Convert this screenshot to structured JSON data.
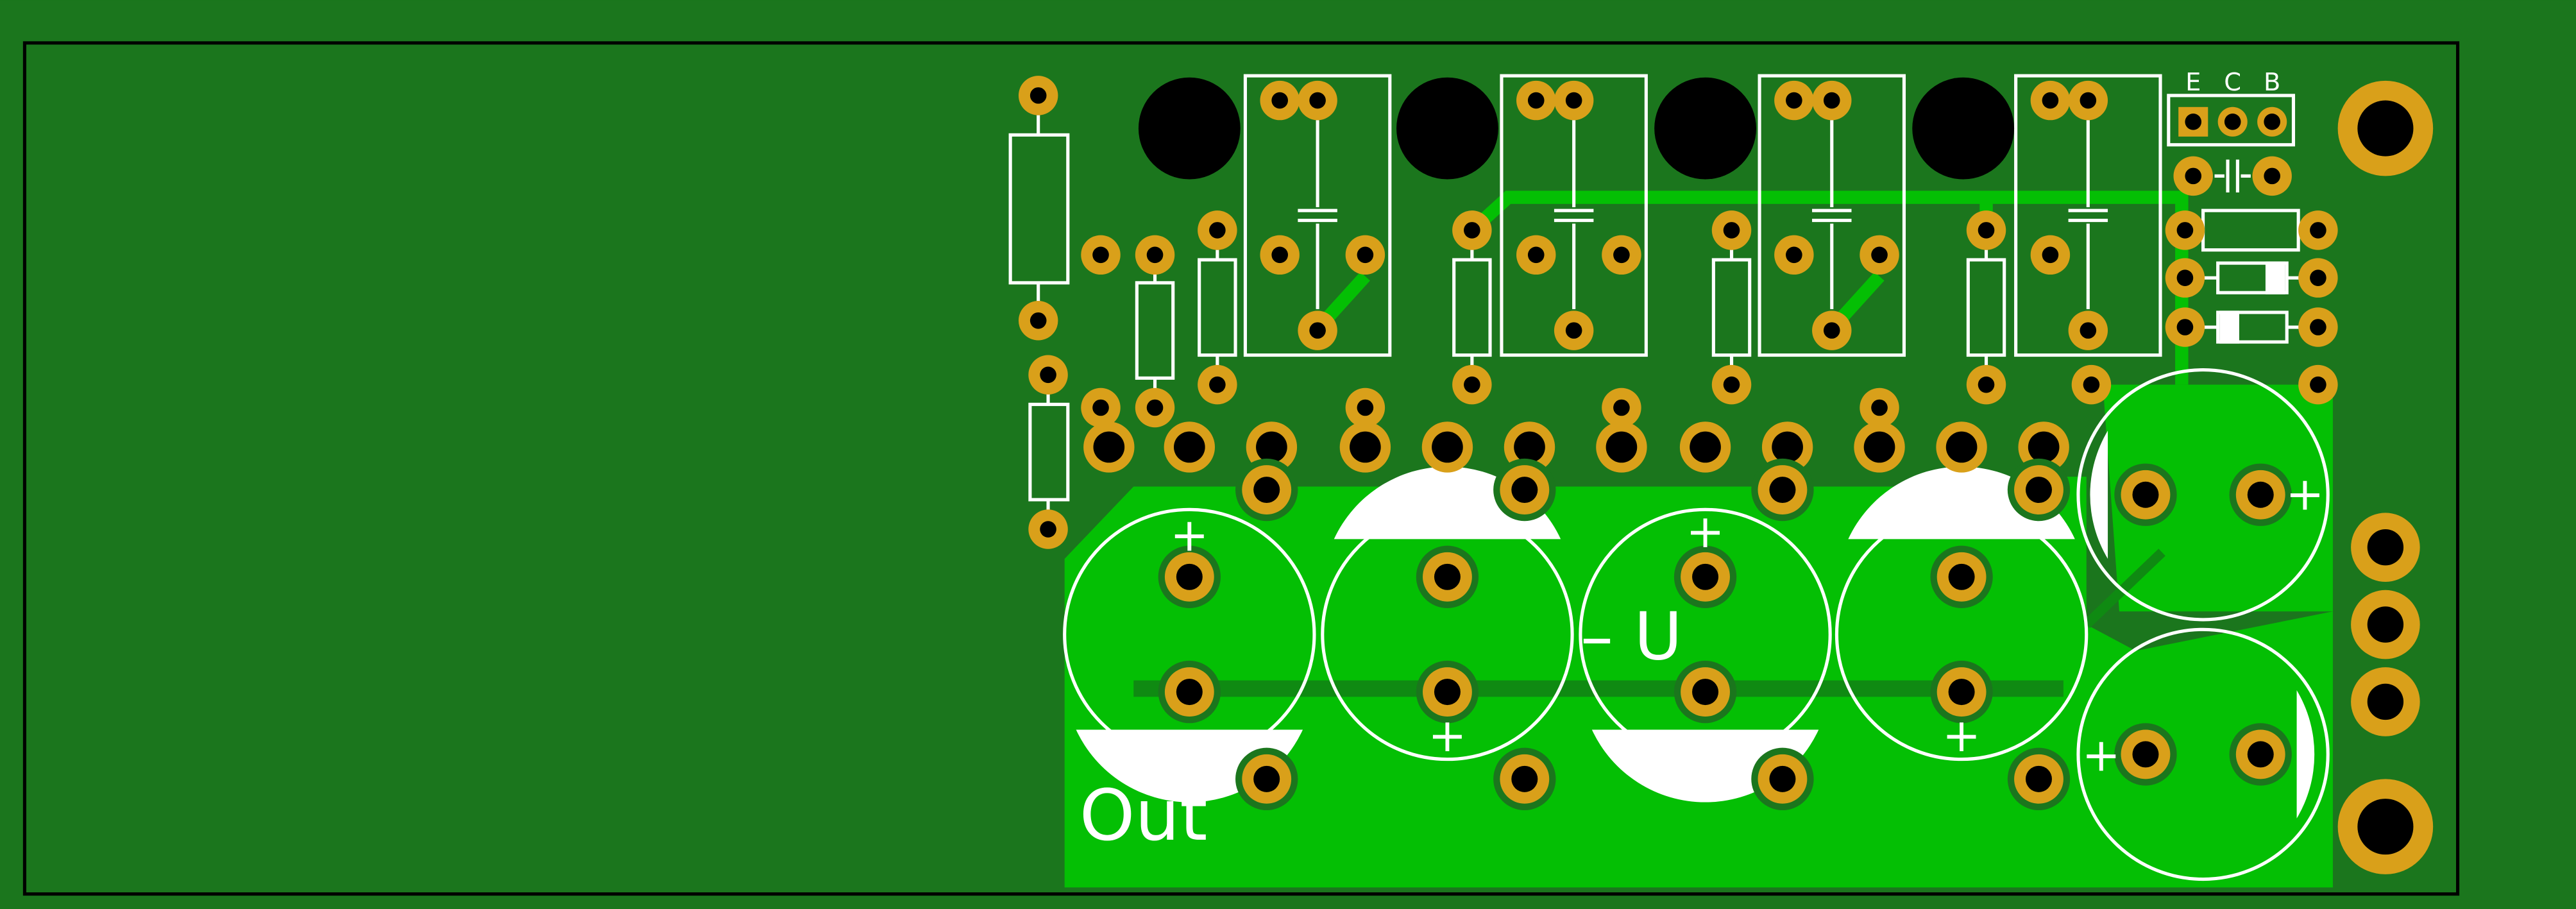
{
  "colors": {
    "background": "#1b761d",
    "board_outline": "#000000",
    "copper_pour": "#04bf04",
    "copper_trace": "#04bf04",
    "pad_ring": "#d9a01a",
    "drill_hole": "#000000",
    "silkscreen": "#ffffff"
  },
  "silkscreen": {
    "transistor_pins": {
      "emitter": "E",
      "collector": "C",
      "base": "B"
    },
    "output_label": "Out",
    "supply_label": "– U",
    "polarity_mark": "+"
  }
}
